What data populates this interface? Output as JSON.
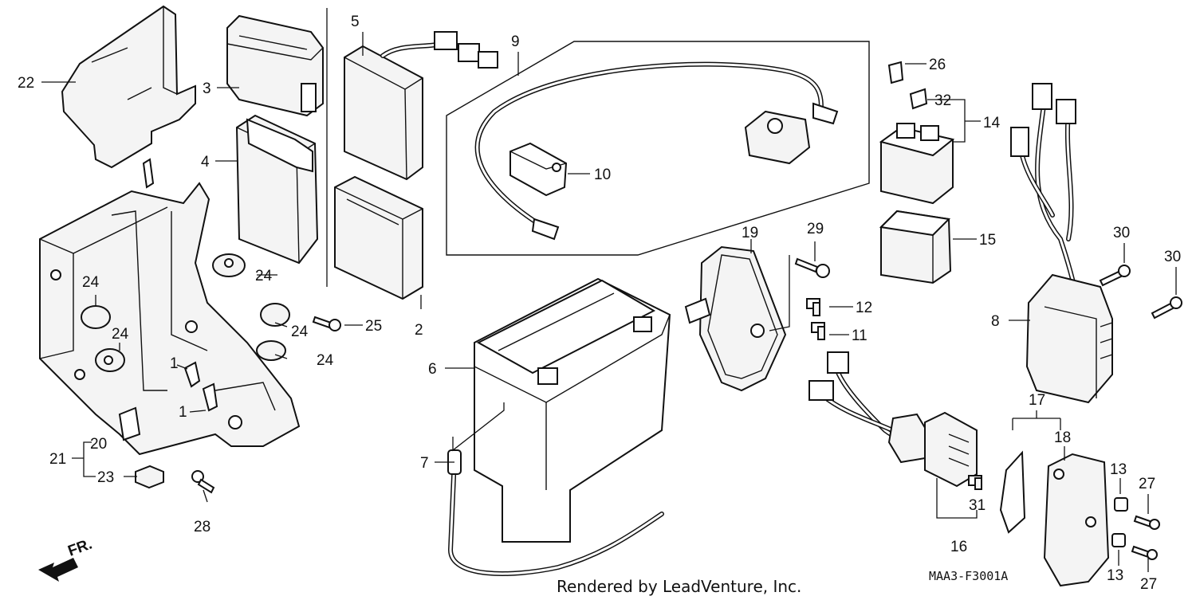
{
  "diagram": {
    "footer_text": "Rendered by LeadVenture, Inc.",
    "drawing_code": "MAA3-F3001A",
    "direction_label": "FR.",
    "callouts": {
      "c1a": "1",
      "c1b": "1",
      "c2": "2",
      "c3": "3",
      "c4": "4",
      "c5": "5",
      "c6": "6",
      "c7": "7",
      "c8": "8",
      "c9": "9",
      "c10": "10",
      "c11": "11",
      "c12": "12",
      "c13a": "13",
      "c13b": "13",
      "c14": "14",
      "c15": "15",
      "c16": "16",
      "c17": "17",
      "c18": "18",
      "c19": "19",
      "c20": "20",
      "c21": "21",
      "c22": "22",
      "c23": "23",
      "c24a": "24",
      "c24b": "24",
      "c24c": "24",
      "c24d": "24",
      "c24e": "24",
      "c25": "25",
      "c26": "26",
      "c27a": "27",
      "c27b": "27",
      "c28": "28",
      "c29": "29",
      "c30a": "30",
      "c30b": "30",
      "c31": "31",
      "c32": "32"
    }
  }
}
